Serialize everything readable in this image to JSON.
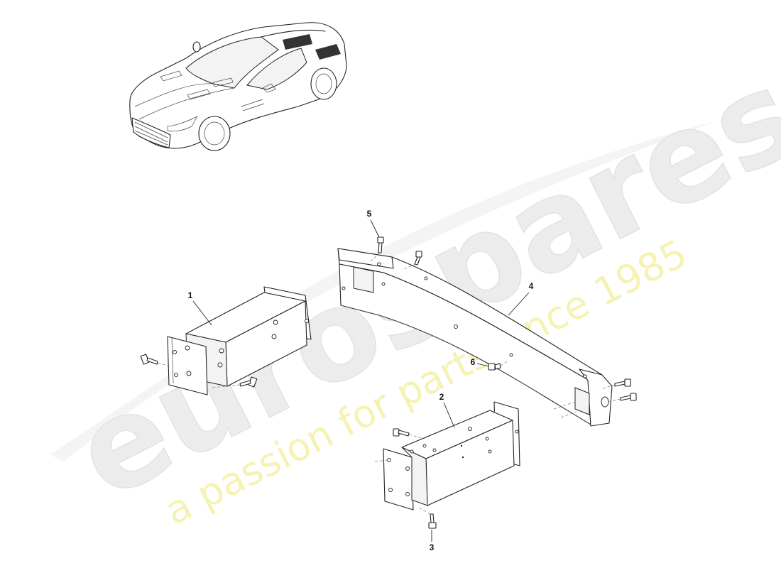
{
  "watermark": {
    "logo_text": "eurospares",
    "tagline": "a passion for parts since 1985"
  },
  "callouts": [
    {
      "id": "1",
      "part": "left longitudinal extension tube"
    },
    {
      "id": "2",
      "part": "right longitudinal extension tube"
    },
    {
      "id": "3",
      "part": "bolt"
    },
    {
      "id": "4",
      "part": "rear bumper beam"
    },
    {
      "id": "5",
      "part": "bolt"
    },
    {
      "id": "6",
      "part": "nut"
    }
  ],
  "colors": {
    "line": "#222222",
    "watermark_logo": "#ececec",
    "watermark_tagline": "#f6f2b4",
    "highlight": "#333333"
  },
  "icons": [
    "car-overview-icon",
    "bolt-icon"
  ]
}
